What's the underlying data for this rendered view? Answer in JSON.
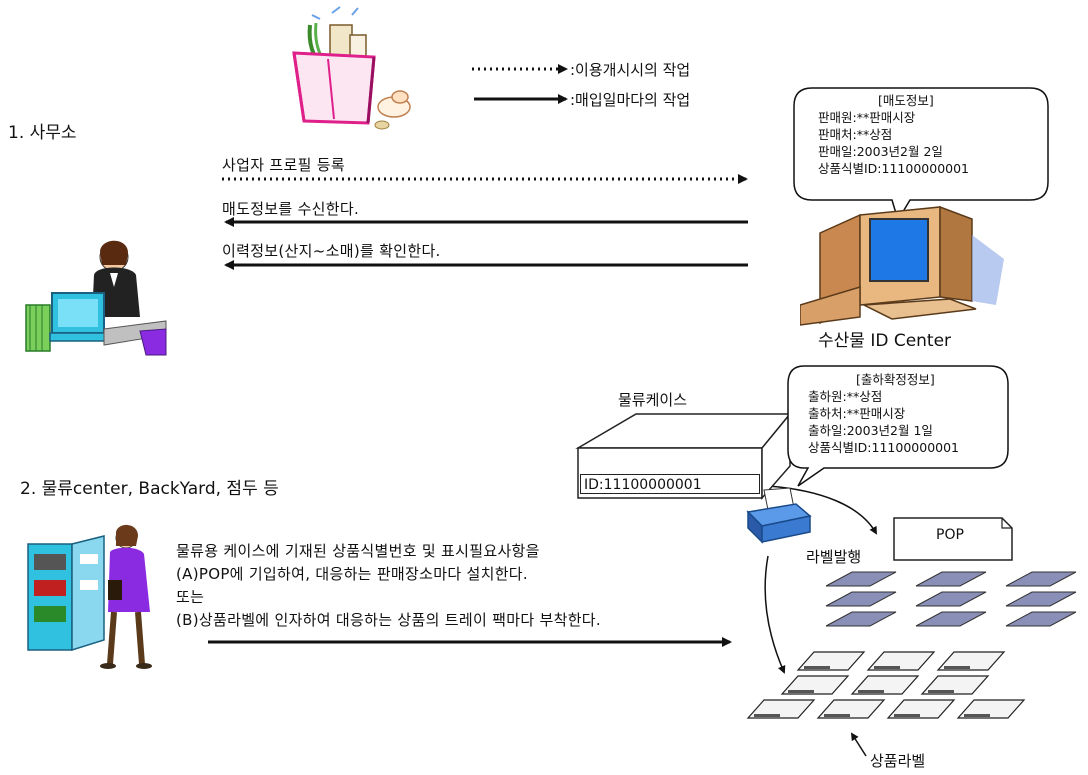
{
  "legend": {
    "dotted": ":이용개시시의 작업",
    "solid": ":매입일마다의 작업"
  },
  "section1": {
    "title": "1. 사무소",
    "flows": [
      "사업자 프로필 등록",
      "매도정보를 수신한다.",
      "이력정보(산지~소매)를 확인한다."
    ]
  },
  "callout1": {
    "title": "[매도정보]",
    "lines": [
      "판매원:**판매시장",
      "판매처:**상점",
      "판매일:2003년2월 2일",
      "상품식별ID:11100000001"
    ]
  },
  "center_label": "수산물 ID Center",
  "logistics_case_label": "물류케이스",
  "case_id": "ID:11100000001",
  "callout2": {
    "title": "[출하확정정보]",
    "lines": [
      "출하원:**상점",
      "출하처:**판매시장",
      "출하일:2003년2월 1일",
      "상품식별ID:11100000001"
    ]
  },
  "section2": {
    "title": "2. 물류center, BackYard,  점두 등",
    "instructions": [
      "물류용 케이스에 기재된 상품식별번호 및 표시필요사항을",
      "(A)POP에 기입하여, 대응하는 판매장소마다 설치한다.",
      "또는",
      "(B)상품라벨에 인자하여 대응하는 상품의 트레이 팩마다 부착한다."
    ]
  },
  "pop_label": "POP",
  "label_issue": "라벨발행",
  "product_label": "상품라벨",
  "colors": {
    "monitor_screen": "#1e78e6",
    "computer_body": "#d8a068",
    "bag_pink": "#e0208a",
    "shelf_cyan": "#30c0e0",
    "person_purple": "#8a2be2"
  }
}
